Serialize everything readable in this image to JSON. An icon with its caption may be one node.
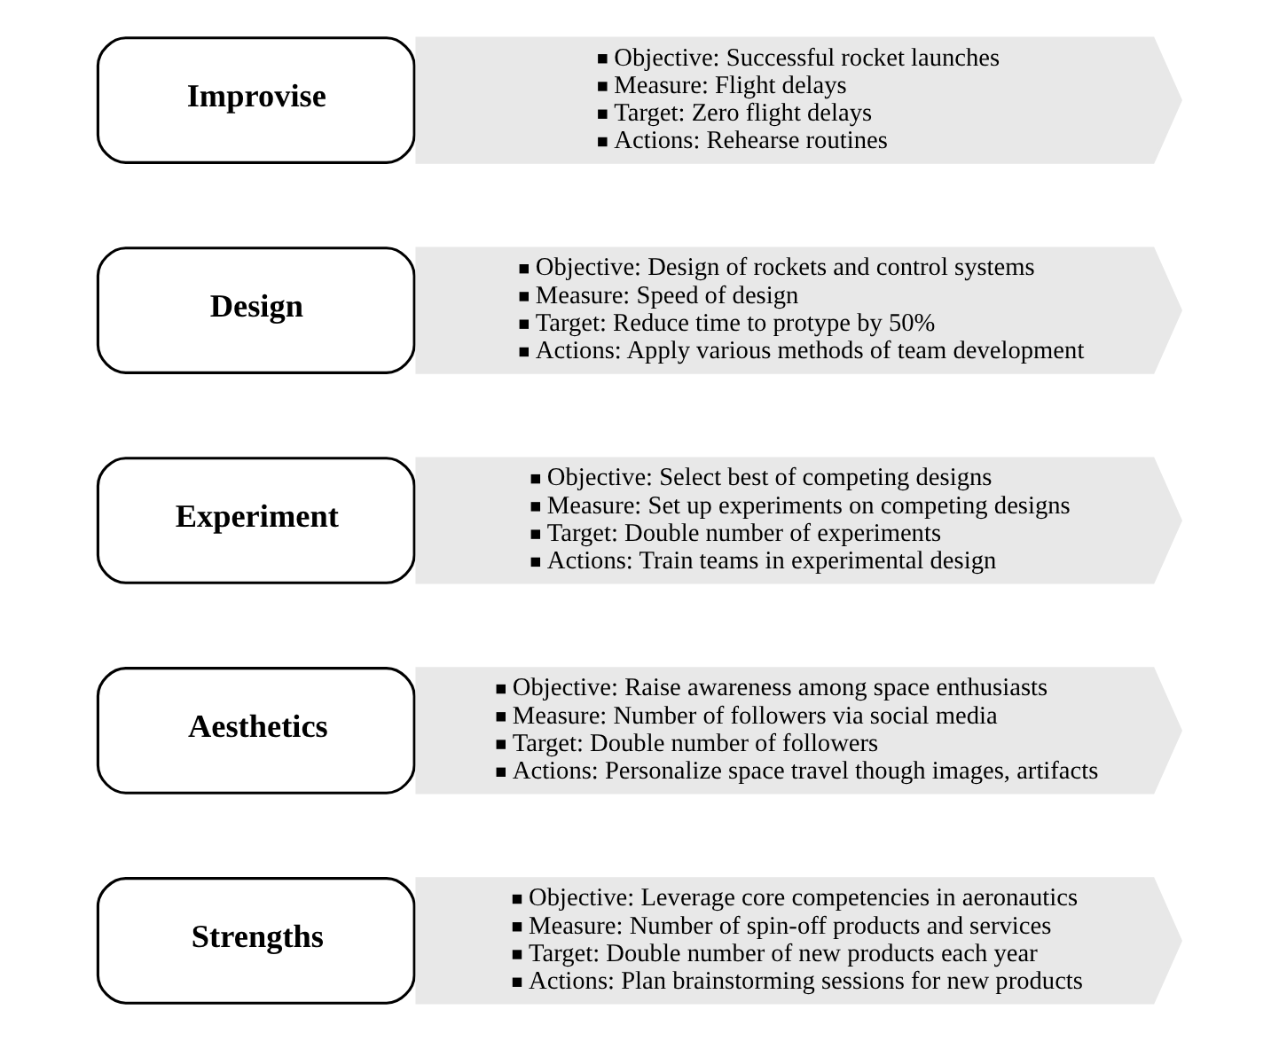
{
  "diagram": {
    "nodes": [
      {
        "text": [
          "Improvise"
        ]
      },
      {
        "text": [
          "Objective: Successful rocket launches",
          "Measure: Flight delays",
          "Target: Zero flight delays",
          "Actions: Rehearse routines"
        ]
      },
      {
        "text": [
          "Design"
        ]
      },
      {
        "text": [
          "Objective: Design of rockets and control systems",
          "Measure: Speed of design",
          "Target: Reduce time to protype by 50%",
          "Actions: Apply various methods of team development"
        ]
      },
      {
        "text": [
          "Experiment"
        ]
      },
      {
        "text": [
          "Objective: Select best of competing designs",
          "Measure: Set up experiments on competing designs",
          "Target: Double number of experiments",
          "Actions: Train teams in experimental design"
        ]
      },
      {
        "text": [
          "Aesthetics"
        ]
      },
      {
        "text": [
          "Objective: Raise awareness among space enthusiasts",
          "Measure: Number of followers via social media",
          "Target: Double number of followers",
          "Actions: Personalize space travel though images, artifacts"
        ]
      },
      {
        "text": [
          "Strengths"
        ]
      },
      {
        "text": [
          "Objective: Leverage core competencies in aeronautics",
          "Measure: Number of spin-off products and services",
          "Target: Double number of new products each year",
          "Actions: Plan brainstorming sessions for new products"
        ]
      }
    ]
  }
}
